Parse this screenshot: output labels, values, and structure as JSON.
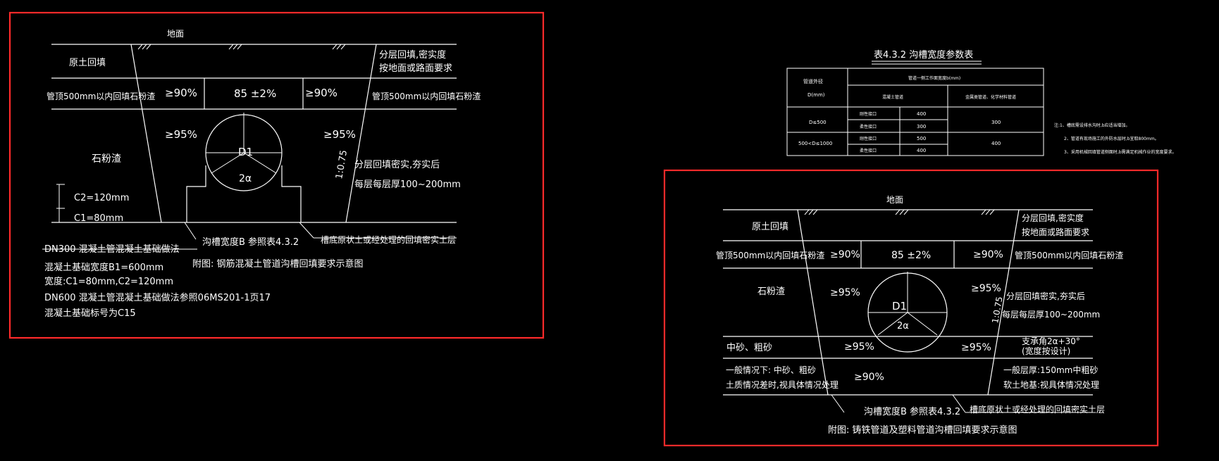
{
  "left": {
    "ground": "地面",
    "original_backfill": "原土回填",
    "layered_right": [
      "分层回填,密实度",
      "按地面或路面要求"
    ],
    "pipe_top_left": "管顶500mm以内回填石粉渣",
    "pipe_top_right": "管顶500mm以内回填石粉渣",
    "p90a": "≥90%",
    "p85": "85 ±2%",
    "p90b": "≥90%",
    "p95a": "≥95%",
    "p95b": "≥95%",
    "stone": "石粉渣",
    "d1": "D1",
    "two_alpha": "2α",
    "slope": "1:0.75",
    "compact": [
      "分层回填密实,夯实后",
      "每层每层厚100~200mm"
    ],
    "c2": "C2=120mm",
    "c1": "C1=80mm",
    "trench_width": "沟槽宽度B 参照表4.3.2",
    "base_note": "槽底原状土或经处理的回填密实土层",
    "caption": "附图: 钢筋混凝土管道沟槽回填要求示意图",
    "notes": [
      "DN300 混凝土管混凝土基础做法",
      "混凝土基础宽度B1=600mm",
      "宽度:C1=80mm,C2=120mm",
      "DN600 混凝土管混凝土基础做法参照06MS201-1页17",
      "混凝土基础标号为C15"
    ]
  },
  "table": {
    "title": "表4.3.2  沟槽宽度参数表",
    "h_outer": "管道外径",
    "h_d": "D(mm)",
    "h_top": "管道一侧工作面宽度b(mm)",
    "h_sub1": "混凝土管道",
    "h_sub2": "金属类管道、化学材料管道",
    "rows": [
      {
        "range": "D≤500",
        "a": "刚性接口",
        "av": "400",
        "b": "柔性接口",
        "bv": "300",
        "v": "300"
      },
      {
        "range": "500<D≤1000",
        "a": "刚性接口",
        "av": "500",
        "b": "柔性接口",
        "bv": "400",
        "v": "400"
      }
    ],
    "notes": [
      "注:1、槽底需设排水沟时,b应适当增加。",
      "2、管道有现场施工的外防水层时,b宜取800mm。",
      "3、采用机械回填管道侧面时,b需满足机械作业的宽度要求。"
    ]
  },
  "right": {
    "ground": "地面",
    "original_backfill": "原土回填",
    "layered_right": [
      "分层回填,密实度",
      "按地面或路面要求"
    ],
    "pipe_top_left": "管顶500mm以内回填石粉渣",
    "pipe_top_right": "管顶500mm以内回填石粉渣",
    "p90a": "≥90%",
    "p85": "85 ±2%",
    "p90b": "≥90%",
    "stone": "石粉渣",
    "p95a": "≥95%",
    "p95b": "≥95%",
    "d1": "D1",
    "two_alpha": "2α",
    "slope": "1:0.75",
    "compact": [
      "分层回填密实,夯实后",
      "每层每层厚100~200mm"
    ],
    "sand_left": "中砂、粗砂",
    "p95c": "≥95%",
    "p95d": "≥95%",
    "support": [
      "支承角2α+30°",
      "(宽度按设计)"
    ],
    "general": [
      "一般情况下: 中砂、粗砂",
      "土质情况差时,视具体情况处理"
    ],
    "p90c": "≥90%",
    "layer": [
      "一般层厚:150mm中粗砂",
      "软土地基:视具体情况处理"
    ],
    "trench_width": "沟槽宽度B 参照表4.3.2",
    "base_note": "槽底原状土或经处理的回填密实土层",
    "caption": "附图: 铸铁管道及塑料管道沟槽回填要求示意图"
  },
  "colors": {
    "frame": "#ff2a2a",
    "line": "#ffffff",
    "background": "#000000"
  }
}
